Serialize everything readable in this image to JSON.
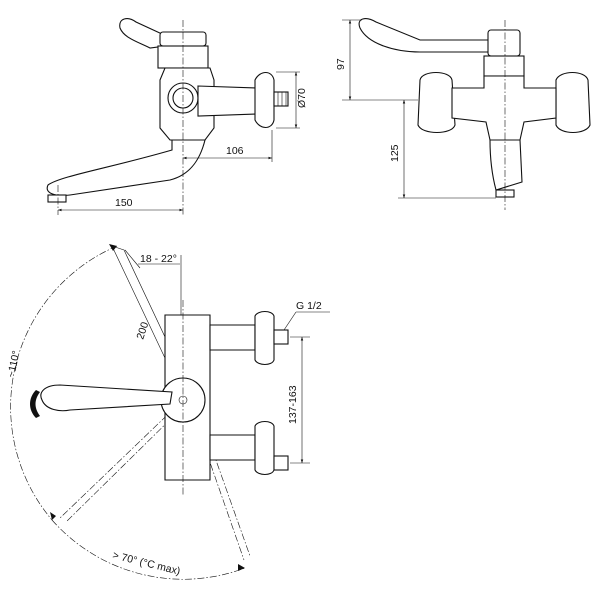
{
  "dimensions": {
    "height_top": "97",
    "height_body": "125",
    "diameter": "Ø70",
    "reach_body": "106",
    "reach_spout": "150",
    "lever_angle": "18 - 22°",
    "lever_length": "200",
    "inlet_thread": "G 1/2",
    "centres": "137-163",
    "rotation": "~110°",
    "rotation_min": "> 70° (°C max)"
  }
}
